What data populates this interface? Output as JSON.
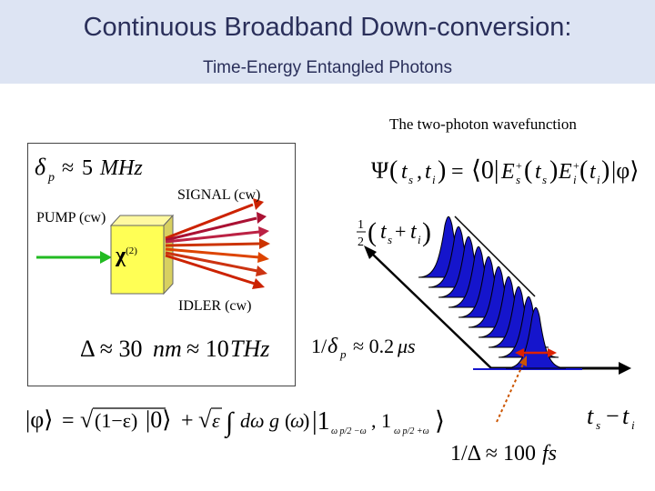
{
  "slide": {
    "title": "Continuous Broadband Down-conversion:",
    "subtitle": "Time-Energy Entangled Photons",
    "header_bg": "#dde4f3",
    "title_color": "#2a2f5a"
  },
  "wavefunction_caption": "The two-photon wavefunction",
  "crystal": {
    "pump_label": "PUMP (cw)",
    "signal_label": "SIGNAL (cw)",
    "idler_label": "IDLER (cw)",
    "chi_label": "χ",
    "chi_order": "(2)",
    "crystal_color": "#ffff55",
    "pump_color": "#22bb22",
    "beam_colors": [
      "#cc2200",
      "#aa1133",
      "#dd4400"
    ]
  },
  "equations": {
    "pump_linewidth": "δp ≈ 5 MHz",
    "bandwidth": "Δ ≈ 30nm ≈ 10THz",
    "wavefunction": "Ψ(ts, ti) = ⟨0| Es+(ts) Ei+(ti) |φ⟩",
    "state": "|φ⟩ = √(1−ε) |0⟩ + √ε ∫ dω g(ω) |1ωp/2−ω, 1ωp/2+ω⟩",
    "coherence_time": "1/δp ≈ 0.2μs",
    "correlation_time": "1/Δ ≈ 100 fs",
    "sum_axis": "½(ts + ti)",
    "diff_axis": "ts − ti"
  },
  "plot": {
    "peak_color": "#1515cc",
    "arrow_color": "#dd2200",
    "pointer_color": "#cc5500"
  }
}
